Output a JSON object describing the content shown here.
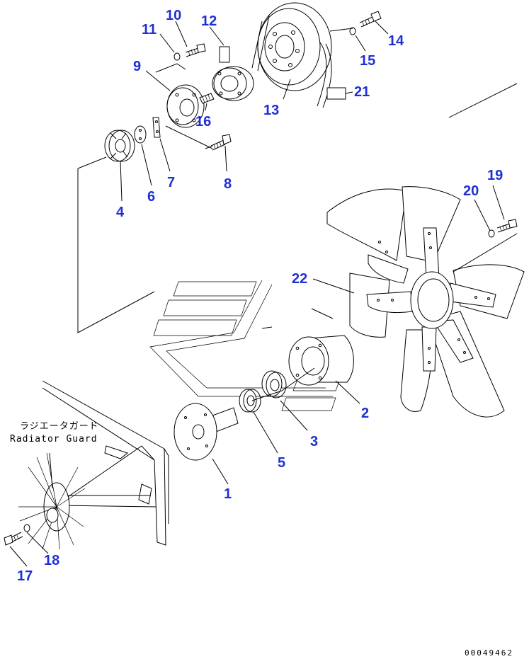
{
  "caption": {
    "japanese": "ラジエータガード",
    "english": "Radiator Guard"
  },
  "drawing_number": "00049462",
  "part_labels": {
    "p1": "1",
    "p2": "2",
    "p3": "3",
    "p4": "4",
    "p5": "5",
    "p6": "6",
    "p7": "7",
    "p8": "8",
    "p9": "9",
    "p10": "10",
    "p11": "11",
    "p12": "12",
    "p13": "13",
    "p14": "14",
    "p15": "15",
    "p16": "16",
    "p17": "17",
    "p18": "18",
    "p19": "19",
    "p20": "20",
    "p21": "21",
    "p22": "22"
  }
}
